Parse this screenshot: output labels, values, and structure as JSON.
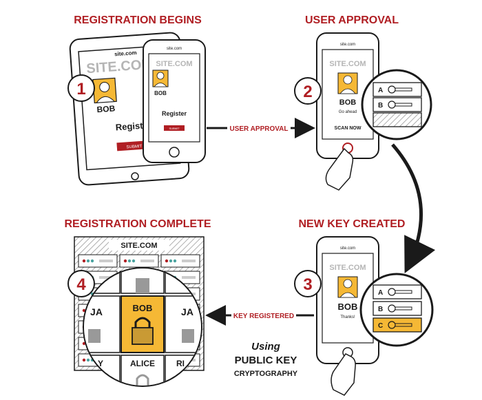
{
  "colors": {
    "accent_red": "#b01e23",
    "ink": "#1a1a1a",
    "avatar_yellow": "#f5b835",
    "teal_dot": "#4aa3a0",
    "site_grey": "#b5b5b5"
  },
  "steps": [
    {
      "number": "1",
      "title": "REGISTRATION BEGINS"
    },
    {
      "number": "2",
      "title": "USER APPROVAL"
    },
    {
      "number": "3",
      "title": "NEW KEY CREATED"
    },
    {
      "number": "4",
      "title": "REGISTRATION COMPLETE"
    }
  ],
  "arrows": {
    "user_approval": "USER APPROVAL",
    "key_registered": "KEY REGISTERED"
  },
  "tablet": {
    "url": "site.com",
    "site_name": "SITE.COM",
    "user": "BOB",
    "form_title": "Registe",
    "submit": "SUBMIT"
  },
  "phone1": {
    "url": "site.com",
    "site_name": "SITE.COM",
    "user": "BOB",
    "form_title": "Register",
    "submit": "SUBMIT"
  },
  "phone2": {
    "url": "site.com",
    "site_name": "SITE.COM",
    "user": "BOB",
    "prompt": "Go ahead",
    "action": "SCAN NOW"
  },
  "phone3": {
    "url": "site.com",
    "site_name": "SITE.COM",
    "user": "BOB",
    "message": "Thanks!"
  },
  "keys_step2": [
    "A",
    "B"
  ],
  "keys_step3": [
    "A",
    "B",
    "C"
  ],
  "server": {
    "title": "SITE.COM",
    "users": [
      "BOB",
      "ALICE",
      "JA",
      "JA",
      "RI",
      "Y"
    ]
  },
  "caption": {
    "line1": "Using",
    "line2": "PUBLIC KEY",
    "line3": "CRYPTOGRAPHY"
  }
}
